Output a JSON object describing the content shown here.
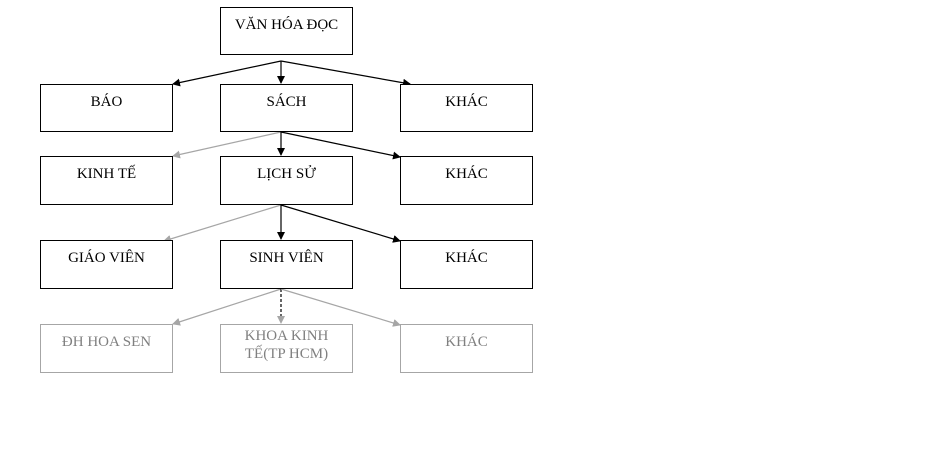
{
  "diagram": {
    "root": "VĂN HÓA ĐỌC",
    "level1": [
      "BÁO",
      "SÁCH",
      "KHÁC"
    ],
    "level2": [
      "KINH TẾ",
      "LỊCH SỬ",
      "KHÁC"
    ],
    "level3": [
      "GIÁO VIÊN",
      "SINH VIÊN",
      "KHÁC"
    ],
    "level4": [
      "ĐH HOA SEN",
      "KHOA KINH TẾ(TP HCM)",
      "KHÁC"
    ]
  },
  "colors": {
    "line": "#000000",
    "faded": "#a6a6a6",
    "faded_text": "#808080"
  }
}
